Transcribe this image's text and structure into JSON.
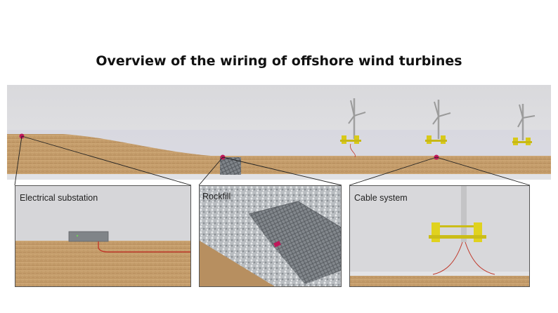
{
  "title": "Overview of the wiring of offshore wind turbines",
  "panels": {
    "substation": {
      "label": "Electrical substation"
    },
    "rockfill": {
      "label": "Rockfill"
    },
    "cable": {
      "label": "Cable system"
    }
  },
  "colors": {
    "sand": "#c9a575",
    "sky": "#dcdcdf",
    "marker": "#c0185a",
    "turbine_float": "#e0d21e",
    "cable": "#c0392b"
  }
}
